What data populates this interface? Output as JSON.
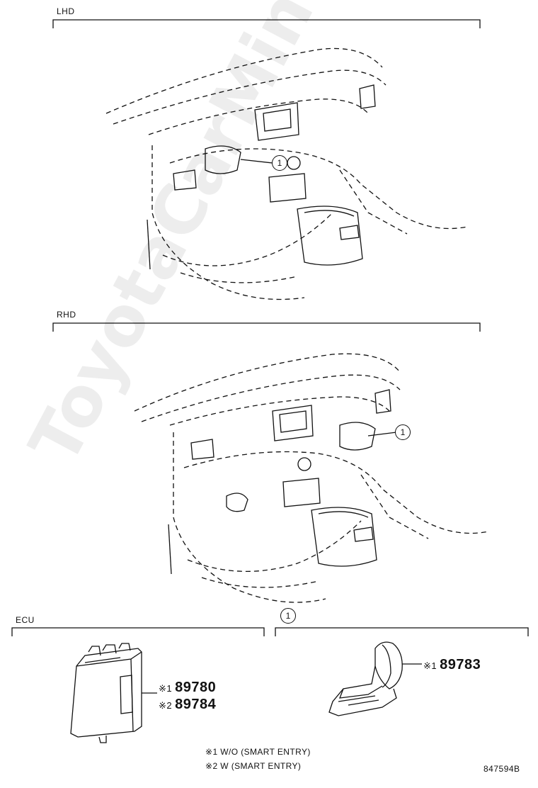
{
  "sections": {
    "lhd_label": "LHD",
    "rhd_label": "RHD",
    "ecu_label": "ECU",
    "callout_ref": "1"
  },
  "parts": {
    "ecu_part_1_mark": "※1",
    "ecu_part_1": "89780",
    "ecu_part_2_mark": "※2",
    "ecu_part_2": "89784",
    "bracket_part_mark": "※1",
    "bracket_part": "89783"
  },
  "legend": [
    {
      "mark": "※1",
      "text": "W/O (SMART ENTRY)"
    },
    {
      "mark": "※2",
      "text": "W (SMART ENTRY)"
    }
  ],
  "diagram_code": "847594B",
  "watermark": "ToyotaCarMine.ru"
}
